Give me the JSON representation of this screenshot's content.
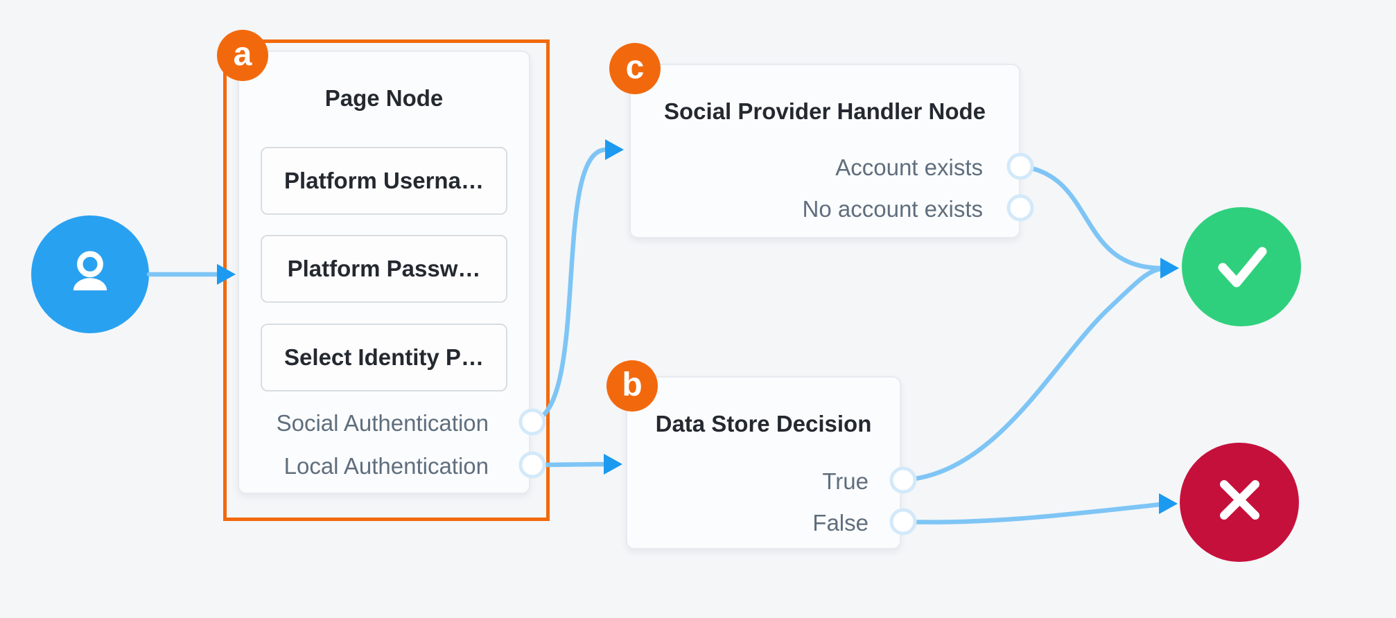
{
  "canvas": {
    "background": "#f4f6f8"
  },
  "colors": {
    "accent_orange": "#f2690d",
    "start_blue": "#29a1f1",
    "success_green": "#2fd07d",
    "failure_red": "#c6103c",
    "wire_blue": "#7ec5f5",
    "arrow_blue": "#1b9af0",
    "title_text": "#242930",
    "muted_text": "#5f6e7d"
  },
  "annotations": {
    "badges": [
      {
        "label": "a"
      },
      {
        "label": "b"
      },
      {
        "label": "c"
      }
    ]
  },
  "nodes": {
    "start": {
      "icon": "user-icon"
    },
    "page": {
      "title": "Page Node",
      "items": [
        "Platform Userna…",
        "Platform Passw…",
        "Select Identity P…"
      ],
      "outputs": [
        "Social Authentication",
        "Local Authentication"
      ]
    },
    "social": {
      "title": "Social Provider Handler Node",
      "outputs": [
        "Account exists",
        "No account exists"
      ]
    },
    "data_store": {
      "title": "Data Store Decision",
      "outputs": [
        "True",
        "False"
      ]
    },
    "success": {
      "icon": "check-icon"
    },
    "failure": {
      "icon": "x-icon"
    }
  }
}
